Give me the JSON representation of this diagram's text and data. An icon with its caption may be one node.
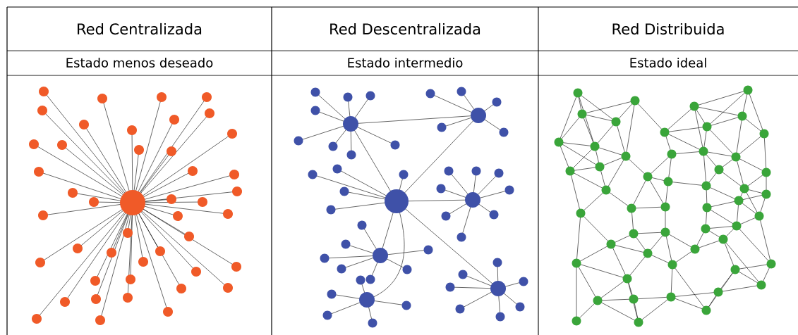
{
  "diagram": {
    "labels": [
      "Red Centralizada",
      "Red Descentralizada",
      "Red Distribuida",
      "Estado menos deseado",
      "Estado intermedio",
      "Estado ideal"
    ]
  }
}
